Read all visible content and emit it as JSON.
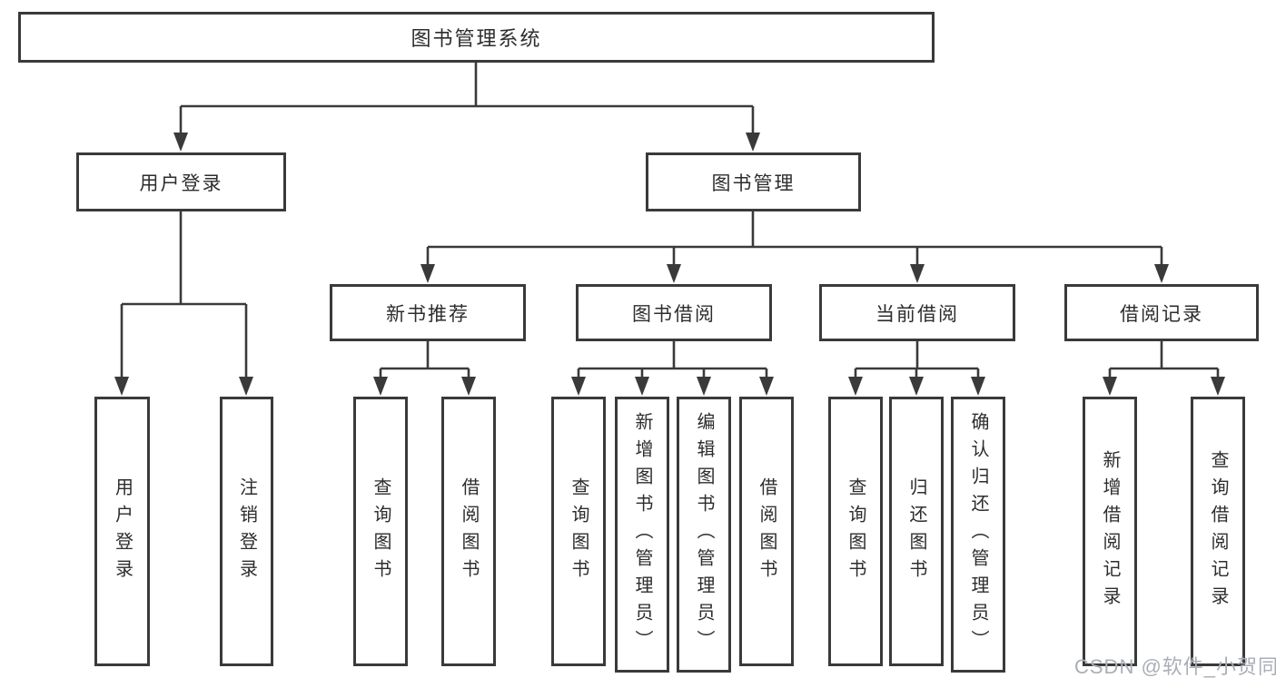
{
  "diagram": {
    "type": "hierarchy-tree",
    "direction": "top-down",
    "line_color": "#3a3a3a",
    "box_fill": "#ffffff",
    "watermark": "CSDN @软件_小贺同学",
    "watermark_color": "#a9aeb8"
  },
  "tree": {
    "label": "图书管理系统",
    "children": [
      {
        "label": "用户登录",
        "children": [
          {
            "label": "用户登录"
          },
          {
            "label": "注销登录"
          }
        ]
      },
      {
        "label": "图书管理",
        "children": [
          {
            "label": "新书推荐",
            "children": [
              {
                "label": "查询图书"
              },
              {
                "label": "借阅图书"
              }
            ]
          },
          {
            "label": "图书借阅",
            "children": [
              {
                "label": "查询图书"
              },
              {
                "label": "新增图书（管理员）"
              },
              {
                "label": "编辑图书（管理员）"
              },
              {
                "label": "借阅图书"
              }
            ]
          },
          {
            "label": "当前借阅",
            "children": [
              {
                "label": "查询图书"
              },
              {
                "label": "归还图书"
              },
              {
                "label": "确认归还（管理员）"
              }
            ]
          },
          {
            "label": "借阅记录",
            "children": [
              {
                "label": "新增借阅记录"
              },
              {
                "label": "查询借阅记录"
              }
            ]
          }
        ]
      }
    ]
  }
}
